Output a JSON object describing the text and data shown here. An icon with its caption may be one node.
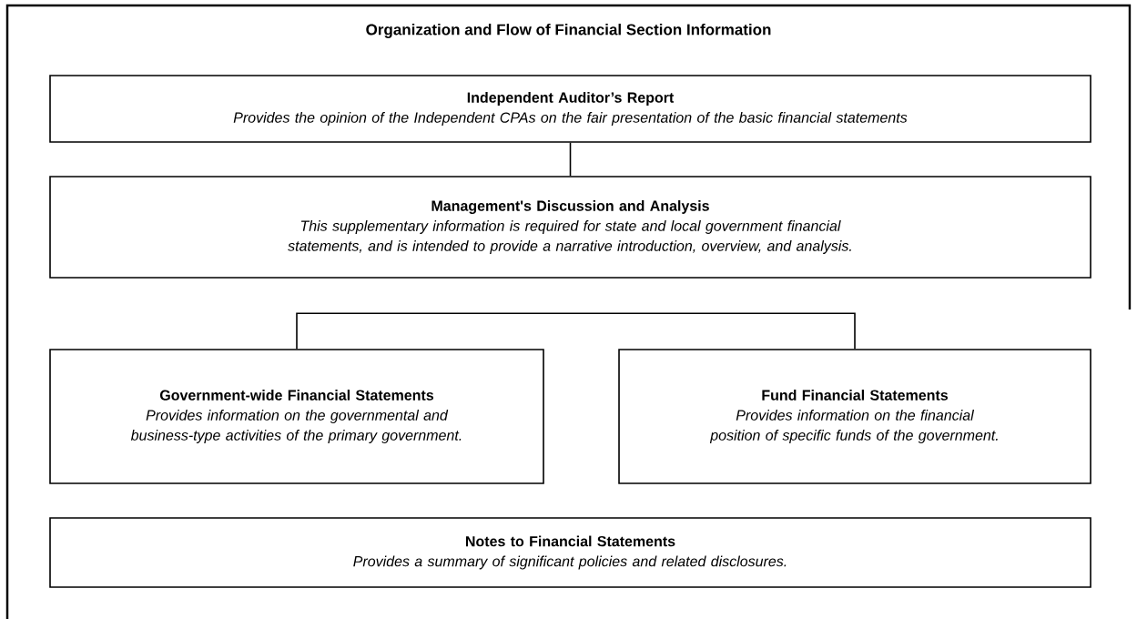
{
  "diagram": {
    "title": "Organization and Flow of Financial Section Information",
    "nodes": [
      {
        "text": [
          "Independent Auditor’s Report",
          "Provides the opinion of the Independent CPAs on the fair presentation of the basic financial statements"
        ]
      },
      {
        "text": [
          "Management's Discussion and Analysis",
          "This supplementary information is required for state and local government financial statements, and is intended to provide a narrative introduction, overview, and analysis."
        ]
      },
      {
        "text": [
          "Government-wide Financial Statements",
          "Provides information on the governmental and business-type activities of the primary government."
        ]
      },
      {
        "text": [
          "Fund Financial Statements",
          "Provides information on the financial position of specific funds of the government."
        ]
      },
      {
        "text": [
          "Notes to Financial Statements",
          "Provides a summary of significant policies and related disclosures."
        ]
      }
    ],
    "edges": [
      {
        "from": 0,
        "to": 1,
        "arrow": "none"
      },
      {
        "from": 2,
        "to": 3,
        "arrow": "none"
      }
    ]
  }
}
